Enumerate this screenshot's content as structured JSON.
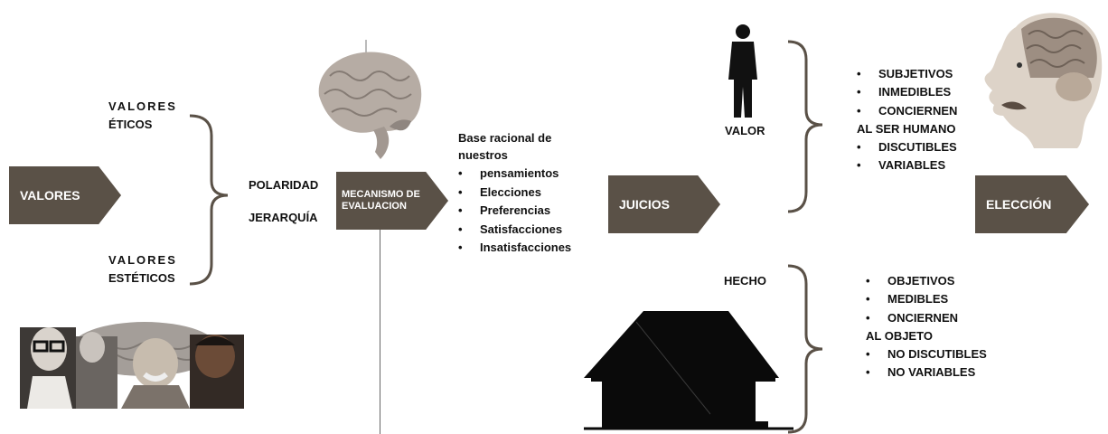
{
  "left": {
    "valores_box": "VALORES",
    "etico_line1": "VALORES",
    "etico_line2": "ÉTICOS",
    "estetico_line1": "VALORES",
    "estetico_line2": "ESTÉTICOS"
  },
  "middle": {
    "polaridad": "POLARIDAD",
    "jerarquia": "JERARQUÍA",
    "mecanismo_box": "MECANISMO DE EVALUACION",
    "base_line1": "Base racional de",
    "base_line2": "nuestros",
    "base_items": [
      "pensamientos",
      "Elecciones",
      "Preferencias",
      "Satisfacciones",
      "Insatisfacciones"
    ]
  },
  "right": {
    "juicios_box": "JUICIOS",
    "valor_label": "VALOR",
    "hecho_label": "HECHO",
    "eleccion_box": "ELECCIÓN",
    "valor_items": [
      "SUBJETIVOS",
      "INMEDIBLES",
      "CONCIERNEN",
      "AL SER HUMANO",
      "DISCUTIBLES",
      "VARIABLES"
    ],
    "hecho_items": [
      "OBJETIVOS",
      "MEDIBLES",
      "ONCIERNEN",
      "AL OBJETO",
      "NO DISCUTIBLES",
      "NO VARIABLES"
    ]
  },
  "images": {
    "brain": "brain-illustration",
    "person": "person-silhouette",
    "head": "head-brain-engraving",
    "house": "house-silhouette",
    "portraits": "portraits-collage"
  },
  "colors": {
    "box": "#5a5147",
    "box_text": "#ffffff",
    "bracket": "#5a5147"
  }
}
